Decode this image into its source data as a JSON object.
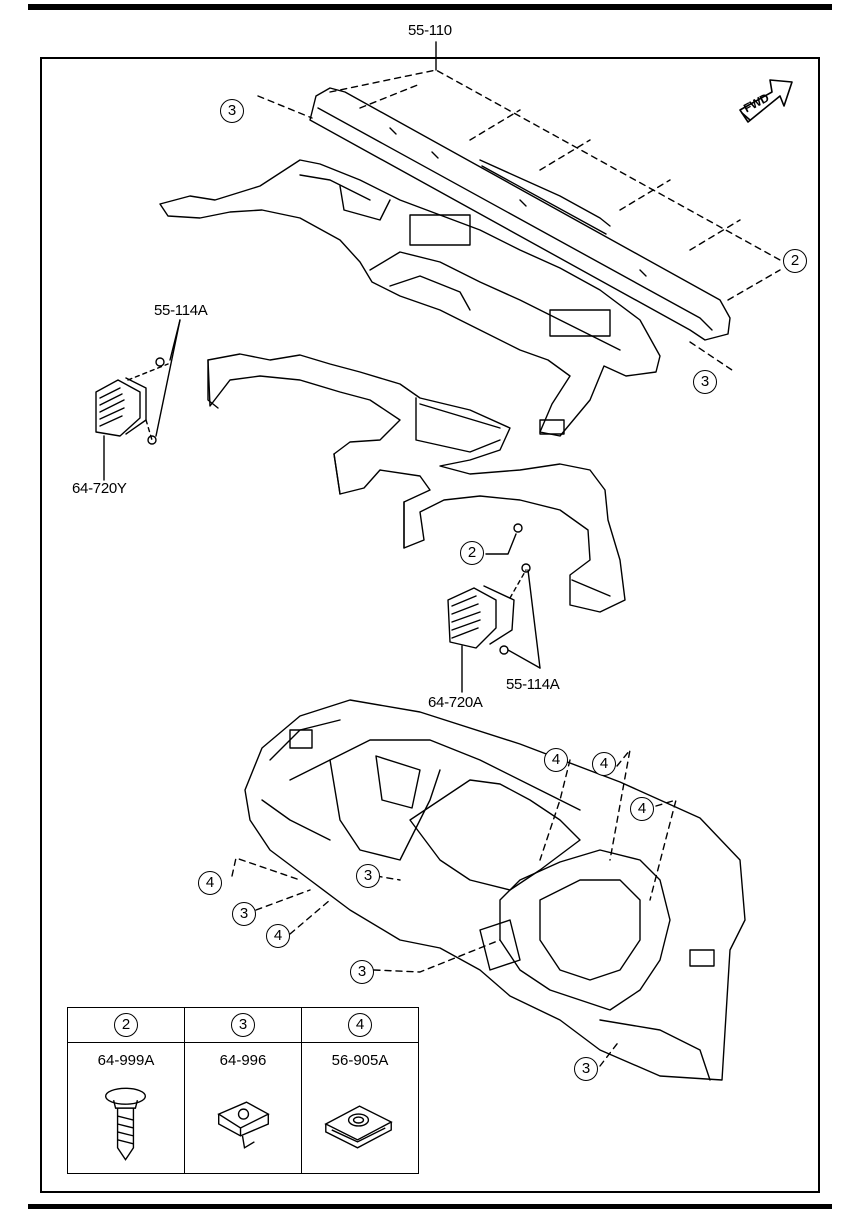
{
  "diagram": {
    "assembly_part": "55-110",
    "fwd_label": "FWD",
    "parts": {
      "vent_left": "64-720Y",
      "vent_right": "64-720A",
      "screw_left": "55-114A",
      "screw_right": "55-114A"
    },
    "callouts": {
      "c2": "2",
      "c3": "3",
      "c4": "4"
    }
  },
  "legend": [
    {
      "callout": "2",
      "part": "64-999A",
      "icon": "screw-icon"
    },
    {
      "callout": "3",
      "part": "64-996",
      "icon": "clip-nut-icon"
    },
    {
      "callout": "4",
      "part": "56-905A",
      "icon": "u-nut-icon"
    }
  ]
}
